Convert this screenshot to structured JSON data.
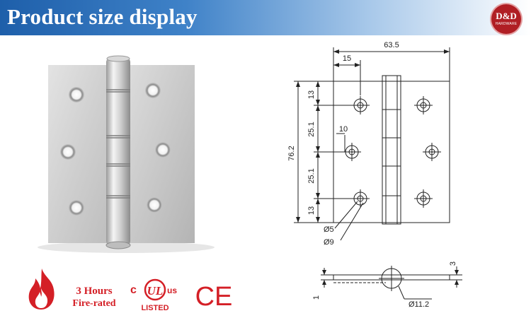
{
  "header": {
    "title": "Product size display"
  },
  "logo": {
    "main_text": "D&D",
    "sub_text": "HARDWARE"
  },
  "dimensions": {
    "overall_width": "63.5",
    "hole_offset": "15",
    "height": "76.2",
    "top_margin": "13",
    "hole_spacing_1": "25.1",
    "hole_spacing_2": "25.1",
    "bottom_margin": "13",
    "hole_edge": "10",
    "hole_inner_dia": "Ø5",
    "hole_outer_dia": "Ø9",
    "thickness": "3",
    "gap": "1",
    "knuckle_dia": "Ø11.2"
  },
  "certifications": {
    "fire_title": "3 Hours",
    "fire_subtitle": "Fire-rated",
    "ul_c": "c",
    "ul_us": "us",
    "ul_center": "UL",
    "ul_listed": "LISTED",
    "ce": "CE"
  },
  "colors": {
    "brand_red": "#b01e24",
    "header_blue": "#1e5faa",
    "fire_red": "#d41f26"
  }
}
